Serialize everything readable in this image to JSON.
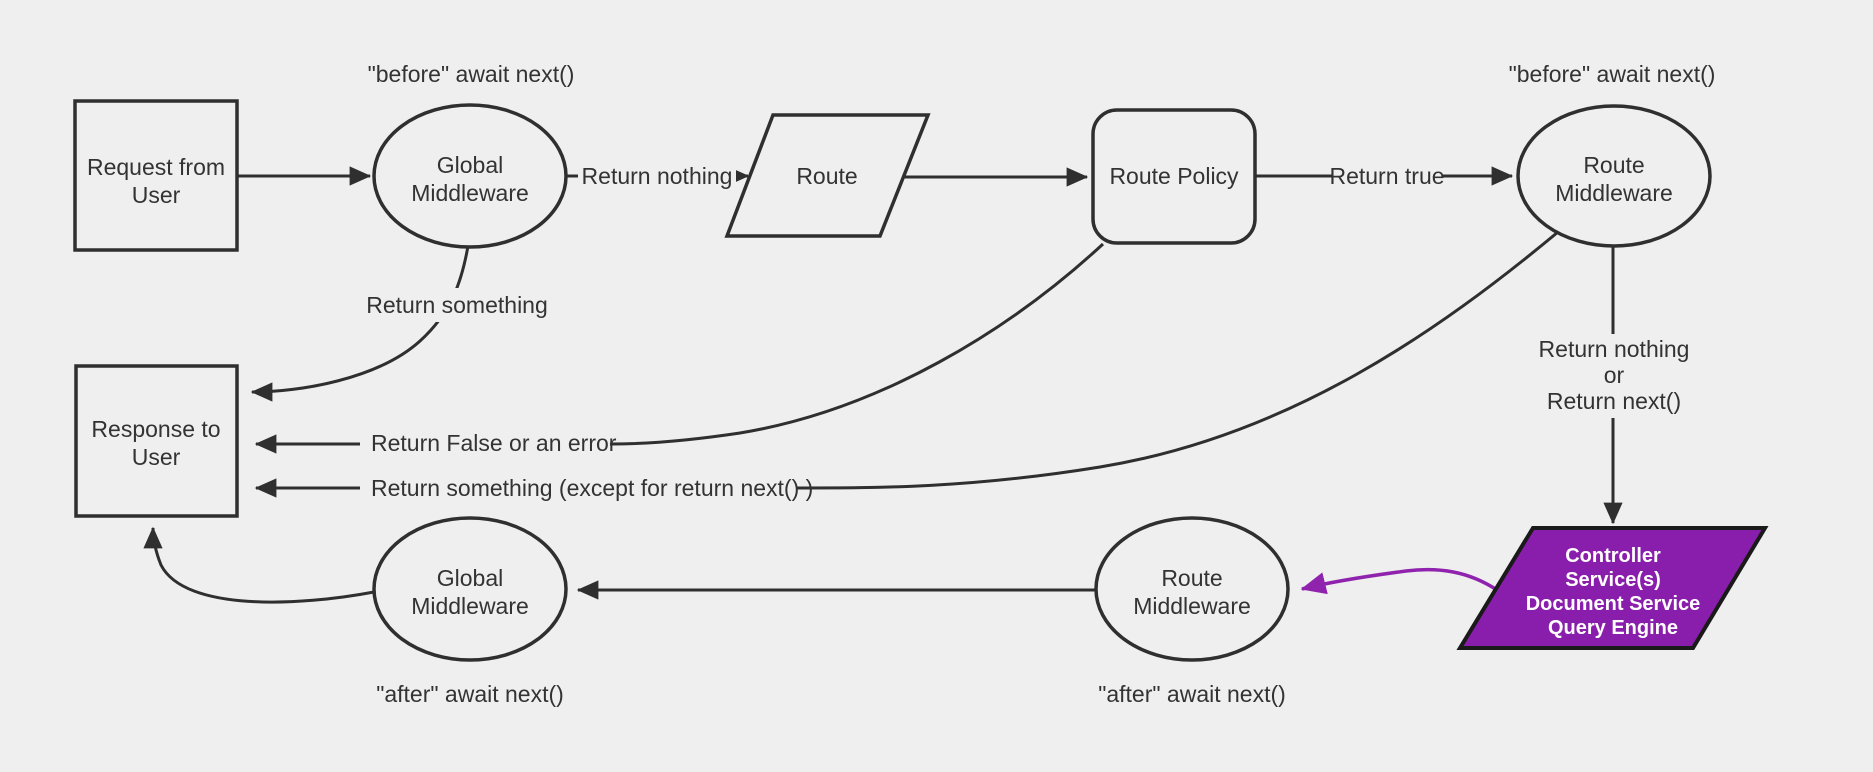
{
  "diagram": {
    "title": "Backend request flow diagram",
    "background": "#efefef",
    "colors": {
      "line": "#2f2f2f",
      "text": "#333333",
      "purple_fill": "#8a1eac",
      "purple_stroke": "#1a1a1a",
      "purple_arrow": "#8f23ae",
      "purple_text": "#ffffff"
    },
    "nodes": {
      "request_from_user": {
        "type": "rectangle",
        "lines": [
          "Request from",
          "User"
        ]
      },
      "global_middleware_top": {
        "type": "ellipse",
        "lines": [
          "Global",
          "Middleware"
        ]
      },
      "route": {
        "type": "parallelogram",
        "lines": [
          "Route"
        ]
      },
      "route_policy": {
        "type": "rounded-rectangle",
        "lines": [
          "Route Policy"
        ]
      },
      "route_middleware_top": {
        "type": "ellipse",
        "lines": [
          "Route",
          "Middleware"
        ]
      },
      "response_to_user": {
        "type": "rectangle",
        "lines": [
          "Response to",
          "User"
        ]
      },
      "global_middleware_bottom": {
        "type": "ellipse",
        "lines": [
          "Global",
          "Middleware"
        ]
      },
      "route_middleware_bottom": {
        "type": "ellipse",
        "lines": [
          "Route",
          "Middleware"
        ]
      },
      "controller_services": {
        "type": "parallelogram",
        "lines": [
          "Controller",
          "Service(s)",
          "Document Service",
          "Query Engine"
        ]
      }
    },
    "edge_labels": {
      "before_await_next_left": "\"before\" await next()",
      "before_await_next_right": "\"before\" await next()",
      "return_nothing": "Return nothing",
      "return_true": "Return true",
      "return_something": "Return something",
      "return_false_or_error": "Return False or an error",
      "return_something_except": "Return something (except for return next() )",
      "return_nothing_or": {
        "lines": [
          "Return nothing",
          "or",
          "Return next()"
        ]
      },
      "after_await_next_left": "\"after\" await next()",
      "after_await_next_right": "\"after\" await next()"
    }
  }
}
